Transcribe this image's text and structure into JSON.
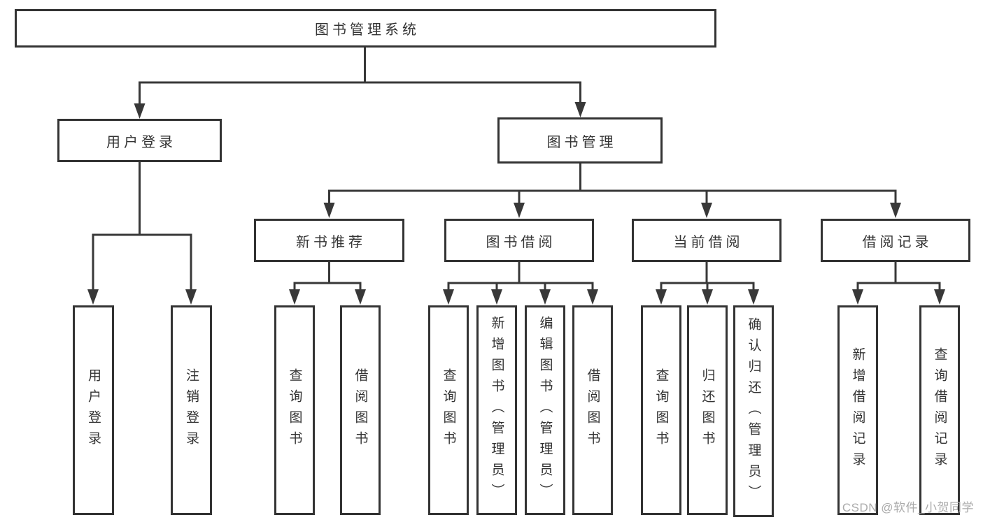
{
  "tree": {
    "root": {
      "label": "图书管理系统",
      "children": [
        {
          "label": "用户登录",
          "children": [
            {
              "label": "用户登录"
            },
            {
              "label": "注销登录"
            }
          ]
        },
        {
          "label": "图书管理",
          "children": [
            {
              "label": "新书推荐",
              "children": [
                {
                  "label": "查询图书"
                },
                {
                  "label": "借阅图书"
                }
              ]
            },
            {
              "label": "图书借阅",
              "children": [
                {
                  "label": "查询图书"
                },
                {
                  "label": "新增图书（管理员）"
                },
                {
                  "label": "编辑图书（管理员）"
                },
                {
                  "label": "借阅图书"
                }
              ]
            },
            {
              "label": "当前借阅",
              "children": [
                {
                  "label": "查询图书"
                },
                {
                  "label": "归还图书"
                },
                {
                  "label": "确认归还（管理员）"
                }
              ]
            },
            {
              "label": "借阅记录",
              "children": [
                {
                  "label": "新增借阅记录"
                },
                {
                  "label": "查询借阅记录"
                }
              ]
            }
          ]
        }
      ]
    }
  },
  "watermark": "CSDN @软件_小贺同学",
  "colors": {
    "line": "#383838",
    "box_border": "#333333",
    "text": "#333333",
    "watermark": "#ababab",
    "background": "#ffffff"
  }
}
